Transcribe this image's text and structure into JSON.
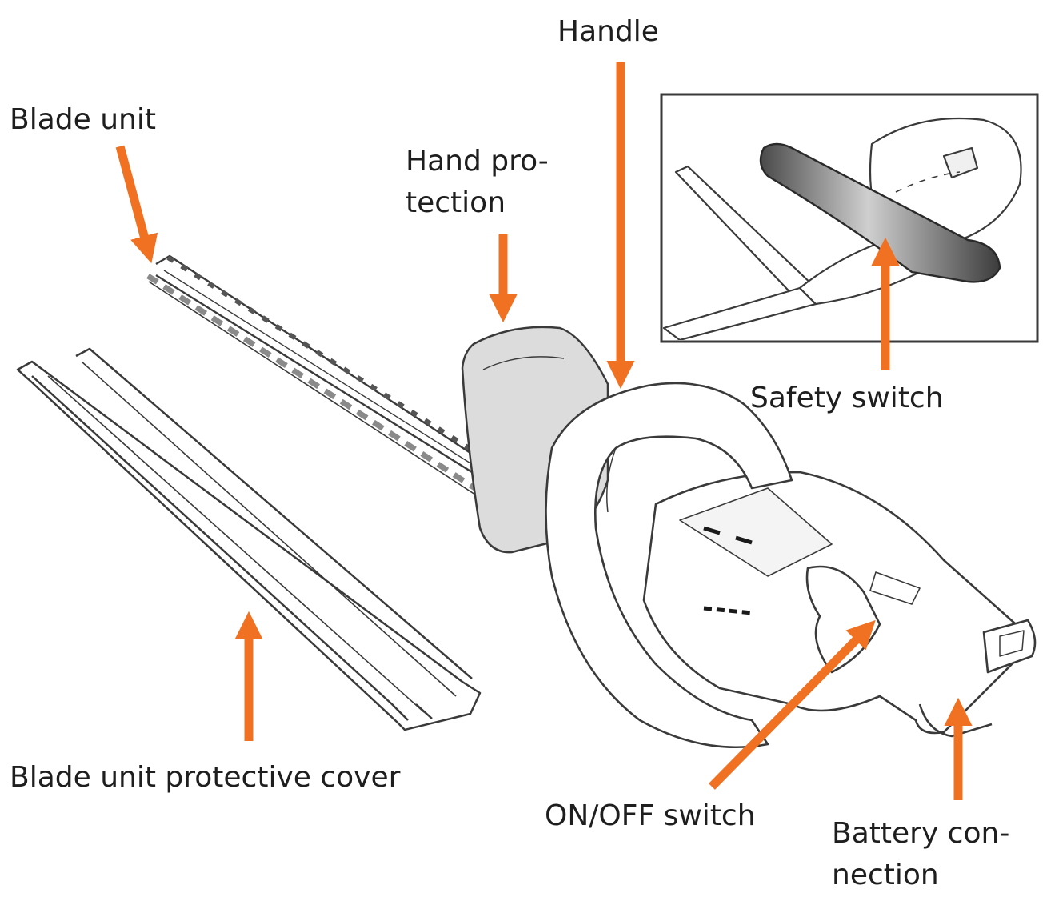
{
  "colors": {
    "arrow": "#f07121",
    "outline": "#3a3a3a",
    "guard_fill": "#dcdcdc",
    "switch_fill": "#5e5e5e",
    "text": "#1e1e1e"
  },
  "labels": {
    "handle": "Handle",
    "blade_unit": "Blade unit",
    "hand_protection_line1": "Hand pro-",
    "hand_protection_line2": "tection",
    "safety_switch": "Safety switch",
    "blade_cover": "Blade unit protective cover",
    "onoff_switch": "ON/OFF switch",
    "battery_line1": "Battery con-",
    "battery_line2": "nection"
  }
}
